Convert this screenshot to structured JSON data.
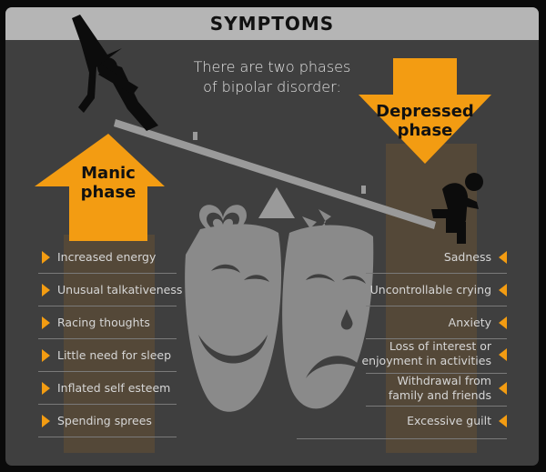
{
  "title": "SYMPTOMS",
  "intro": [
    "There are two phases",
    "of bipolar disorder:"
  ],
  "manic": {
    "label": [
      "Manic",
      "phase"
    ],
    "symptoms": [
      "Increased energy",
      "Unusual talkativeness",
      "Racing thoughts",
      "Little need for sleep",
      "Inflated self esteem",
      "Spending sprees"
    ]
  },
  "depressed": {
    "label": [
      "Depressed",
      "phase"
    ],
    "symptoms": [
      [
        "Sadness"
      ],
      [
        "Uncontrollable crying"
      ],
      [
        "Anxiety"
      ],
      [
        "Loss of interest or",
        "enjoyment in activities"
      ],
      [
        "Withdrawal from",
        "family and friends"
      ],
      [
        "Excessive guilt"
      ]
    ]
  },
  "colors": {
    "accent": "#f39c12",
    "background": "#3f3f3f",
    "header": "#b5b5b5",
    "mask": "#8a8a8a"
  },
  "icons": [
    "stretching-person-icon",
    "sad-person-icon",
    "heart-icon",
    "broken-heart-icon",
    "happy-mask-icon",
    "sad-mask-icon",
    "seesaw-icon"
  ]
}
